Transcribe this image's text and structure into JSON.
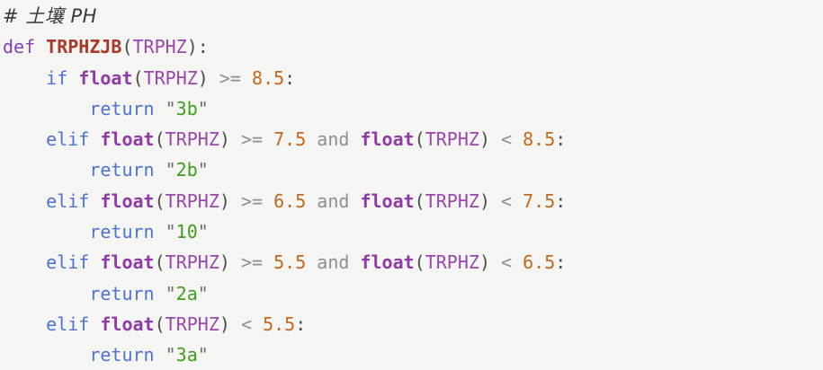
{
  "background_color": "#f5f5f4",
  "code": {
    "language": "python",
    "source_text": "# 土壤 PH\ndef TRPHZJB(TRPHZ):\n    if float(TRPHZ) >= 8.5:\n        return \"3b\"\n    elif float(TRPHZ) >= 7.5 and float(TRPHZ) < 8.5:\n        return \"2b\"\n    elif float(TRPHZ) >= 6.5 and float(TRPHZ) < 7.5:\n        return \"10\"\n    elif float(TRPHZ) >= 5.5 and float(TRPHZ) < 6.5:\n        return \"2a\"\n    elif float(TRPHZ) < 5.5:\n        return \"3a\"",
    "lines": [
      [
        {
          "type": "comment",
          "text": "# 土壤 PH"
        }
      ],
      [
        {
          "type": "keyword_def",
          "text": "def"
        },
        {
          "type": "plain",
          "text": " "
        },
        {
          "type": "function_name",
          "text": "TRPHZJB"
        },
        {
          "type": "punct",
          "text": "("
        },
        {
          "type": "variable",
          "text": "TRPHZ"
        },
        {
          "type": "punct",
          "text": "):"
        }
      ],
      [
        {
          "type": "plain",
          "text": "    "
        },
        {
          "type": "keyword_flow",
          "text": "if"
        },
        {
          "type": "plain",
          "text": " "
        },
        {
          "type": "builtin",
          "text": "float"
        },
        {
          "type": "punct",
          "text": "("
        },
        {
          "type": "variable",
          "text": "TRPHZ"
        },
        {
          "type": "punct",
          "text": ")"
        },
        {
          "type": "plain",
          "text": " "
        },
        {
          "type": "operator",
          "text": ">="
        },
        {
          "type": "plain",
          "text": " "
        },
        {
          "type": "number",
          "text": "8.5"
        },
        {
          "type": "punct",
          "text": ":"
        }
      ],
      [
        {
          "type": "plain",
          "text": "        "
        },
        {
          "type": "keyword_flow",
          "text": "return"
        },
        {
          "type": "plain",
          "text": " "
        },
        {
          "type": "string_quote",
          "text": "\""
        },
        {
          "type": "string",
          "text": "3b"
        },
        {
          "type": "string_quote",
          "text": "\""
        }
      ],
      [
        {
          "type": "plain",
          "text": "    "
        },
        {
          "type": "keyword_flow",
          "text": "elif"
        },
        {
          "type": "plain",
          "text": " "
        },
        {
          "type": "builtin",
          "text": "float"
        },
        {
          "type": "punct",
          "text": "("
        },
        {
          "type": "variable",
          "text": "TRPHZ"
        },
        {
          "type": "punct",
          "text": ")"
        },
        {
          "type": "plain",
          "text": " "
        },
        {
          "type": "operator",
          "text": ">="
        },
        {
          "type": "plain",
          "text": " "
        },
        {
          "type": "number",
          "text": "7.5"
        },
        {
          "type": "plain",
          "text": " "
        },
        {
          "type": "operator",
          "text": "and"
        },
        {
          "type": "plain",
          "text": " "
        },
        {
          "type": "builtin",
          "text": "float"
        },
        {
          "type": "punct",
          "text": "("
        },
        {
          "type": "variable",
          "text": "TRPHZ"
        },
        {
          "type": "punct",
          "text": ")"
        },
        {
          "type": "plain",
          "text": " "
        },
        {
          "type": "operator",
          "text": "<"
        },
        {
          "type": "plain",
          "text": " "
        },
        {
          "type": "number",
          "text": "8.5"
        },
        {
          "type": "punct",
          "text": ":"
        }
      ],
      [
        {
          "type": "plain",
          "text": "        "
        },
        {
          "type": "keyword_flow",
          "text": "return"
        },
        {
          "type": "plain",
          "text": " "
        },
        {
          "type": "string_quote",
          "text": "\""
        },
        {
          "type": "string",
          "text": "2b"
        },
        {
          "type": "string_quote",
          "text": "\""
        }
      ],
      [
        {
          "type": "plain",
          "text": "    "
        },
        {
          "type": "keyword_flow",
          "text": "elif"
        },
        {
          "type": "plain",
          "text": " "
        },
        {
          "type": "builtin",
          "text": "float"
        },
        {
          "type": "punct",
          "text": "("
        },
        {
          "type": "variable",
          "text": "TRPHZ"
        },
        {
          "type": "punct",
          "text": ")"
        },
        {
          "type": "plain",
          "text": " "
        },
        {
          "type": "operator",
          "text": ">="
        },
        {
          "type": "plain",
          "text": " "
        },
        {
          "type": "number",
          "text": "6.5"
        },
        {
          "type": "plain",
          "text": " "
        },
        {
          "type": "operator",
          "text": "and"
        },
        {
          "type": "plain",
          "text": " "
        },
        {
          "type": "builtin",
          "text": "float"
        },
        {
          "type": "punct",
          "text": "("
        },
        {
          "type": "variable",
          "text": "TRPHZ"
        },
        {
          "type": "punct",
          "text": ")"
        },
        {
          "type": "plain",
          "text": " "
        },
        {
          "type": "operator",
          "text": "<"
        },
        {
          "type": "plain",
          "text": " "
        },
        {
          "type": "number",
          "text": "7.5"
        },
        {
          "type": "punct",
          "text": ":"
        }
      ],
      [
        {
          "type": "plain",
          "text": "        "
        },
        {
          "type": "keyword_flow",
          "text": "return"
        },
        {
          "type": "plain",
          "text": " "
        },
        {
          "type": "string_quote",
          "text": "\""
        },
        {
          "type": "string",
          "text": "10"
        },
        {
          "type": "string_quote",
          "text": "\""
        }
      ],
      [
        {
          "type": "plain",
          "text": "    "
        },
        {
          "type": "keyword_flow",
          "text": "elif"
        },
        {
          "type": "plain",
          "text": " "
        },
        {
          "type": "builtin",
          "text": "float"
        },
        {
          "type": "punct",
          "text": "("
        },
        {
          "type": "variable",
          "text": "TRPHZ"
        },
        {
          "type": "punct",
          "text": ")"
        },
        {
          "type": "plain",
          "text": " "
        },
        {
          "type": "operator",
          "text": ">="
        },
        {
          "type": "plain",
          "text": " "
        },
        {
          "type": "number",
          "text": "5.5"
        },
        {
          "type": "plain",
          "text": " "
        },
        {
          "type": "operator",
          "text": "and"
        },
        {
          "type": "plain",
          "text": " "
        },
        {
          "type": "builtin",
          "text": "float"
        },
        {
          "type": "punct",
          "text": "("
        },
        {
          "type": "variable",
          "text": "TRPHZ"
        },
        {
          "type": "punct",
          "text": ")"
        },
        {
          "type": "plain",
          "text": " "
        },
        {
          "type": "operator",
          "text": "<"
        },
        {
          "type": "plain",
          "text": " "
        },
        {
          "type": "number",
          "text": "6.5"
        },
        {
          "type": "punct",
          "text": ":"
        }
      ],
      [
        {
          "type": "plain",
          "text": "        "
        },
        {
          "type": "keyword_flow",
          "text": "return"
        },
        {
          "type": "plain",
          "text": " "
        },
        {
          "type": "string_quote",
          "text": "\""
        },
        {
          "type": "string",
          "text": "2a"
        },
        {
          "type": "string_quote",
          "text": "\""
        }
      ],
      [
        {
          "type": "plain",
          "text": "    "
        },
        {
          "type": "keyword_flow",
          "text": "elif"
        },
        {
          "type": "plain",
          "text": " "
        },
        {
          "type": "builtin",
          "text": "float"
        },
        {
          "type": "punct",
          "text": "("
        },
        {
          "type": "variable",
          "text": "TRPHZ"
        },
        {
          "type": "punct",
          "text": ")"
        },
        {
          "type": "plain",
          "text": " "
        },
        {
          "type": "operator",
          "text": "<"
        },
        {
          "type": "plain",
          "text": " "
        },
        {
          "type": "number",
          "text": "5.5"
        },
        {
          "type": "punct",
          "text": ":"
        }
      ],
      [
        {
          "type": "plain",
          "text": "        "
        },
        {
          "type": "keyword_flow",
          "text": "return"
        },
        {
          "type": "plain",
          "text": " "
        },
        {
          "type": "string_quote",
          "text": "\""
        },
        {
          "type": "string",
          "text": "3a"
        },
        {
          "type": "string_quote",
          "text": "\""
        }
      ]
    ]
  },
  "token_styles": {
    "comment": {
      "color": "#37393d",
      "italic": true
    },
    "keyword_def": {
      "color": "#8341b4"
    },
    "function_name": {
      "color": "#a83a28",
      "bold": true
    },
    "keyword_flow": {
      "color": "#4d73d2"
    },
    "builtin": {
      "color": "#8f3aa5",
      "bold": true
    },
    "variable": {
      "color": "#9a46ad"
    },
    "punct": {
      "color": "#4c4c4c"
    },
    "operator": {
      "color": "#8f8f8f"
    },
    "number": {
      "color": "#c2691d"
    },
    "string_quote": {
      "color": "#6e6e6e"
    },
    "string": {
      "color": "#3f9e1c"
    },
    "plain": {
      "color": "#333333"
    }
  }
}
